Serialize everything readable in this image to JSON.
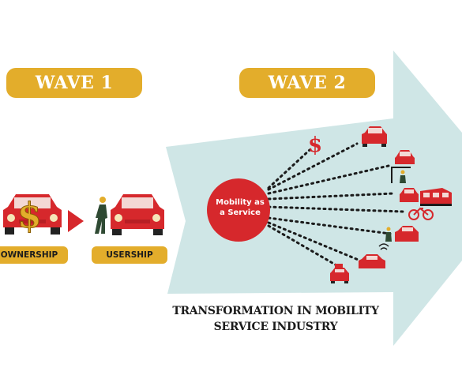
{
  "wave1": {
    "label": "WAVE 1"
  },
  "wave2": {
    "label": "WAVE 2"
  },
  "ownership": {
    "label": "OWNERSHIP"
  },
  "usership": {
    "label": "USERSHIP"
  },
  "hub": {
    "line1": "Mobility as",
    "line2": "a Service"
  },
  "caption": {
    "line1": "TRANSFORMATION IN MOBILITY",
    "line2": "SERVICE INDUSTRY"
  },
  "colors": {
    "gold": "#e3ad2b",
    "red": "#d6282c",
    "arrow": "#cfe6e6",
    "dark": "#1c1c1c"
  },
  "icons": [
    "dollar-icon",
    "car-icon",
    "parking-icon",
    "train-icon",
    "bicycle-icon",
    "walking-person-icon",
    "connected-car-icon",
    "taxi-icon"
  ]
}
